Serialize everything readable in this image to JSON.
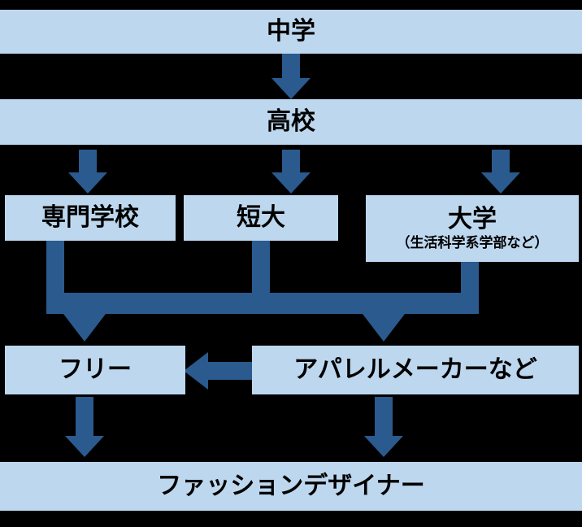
{
  "colors": {
    "background": "#000000",
    "box_fill": "#BDD7EE",
    "arrow": "#2A5A8E",
    "text": "#000000"
  },
  "nodes": {
    "junior_high": {
      "label": "中学"
    },
    "high_school": {
      "label": "高校"
    },
    "vocational_school": {
      "label": "専門学校"
    },
    "junior_college": {
      "label": "短大"
    },
    "university": {
      "label": "大学",
      "sublabel": "（生活科学系学部など）"
    },
    "freelance": {
      "label": "フリー"
    },
    "apparel_maker": {
      "label": "アパレルメーカーなど"
    },
    "fashion_designer": {
      "label": "ファッションデザイナー"
    }
  },
  "edges": [
    {
      "from": "junior_high",
      "to": "high_school"
    },
    {
      "from": "high_school",
      "to": "vocational_school"
    },
    {
      "from": "high_school",
      "to": "junior_college"
    },
    {
      "from": "high_school",
      "to": "university"
    },
    {
      "from": "vocational_school",
      "to": "freelance"
    },
    {
      "from": "junior_college",
      "to": "apparel_maker"
    },
    {
      "from": "university",
      "to": "apparel_maker"
    },
    {
      "from": "apparel_maker",
      "to": "freelance"
    },
    {
      "from": "freelance",
      "to": "fashion_designer"
    },
    {
      "from": "apparel_maker",
      "to": "fashion_designer"
    }
  ]
}
